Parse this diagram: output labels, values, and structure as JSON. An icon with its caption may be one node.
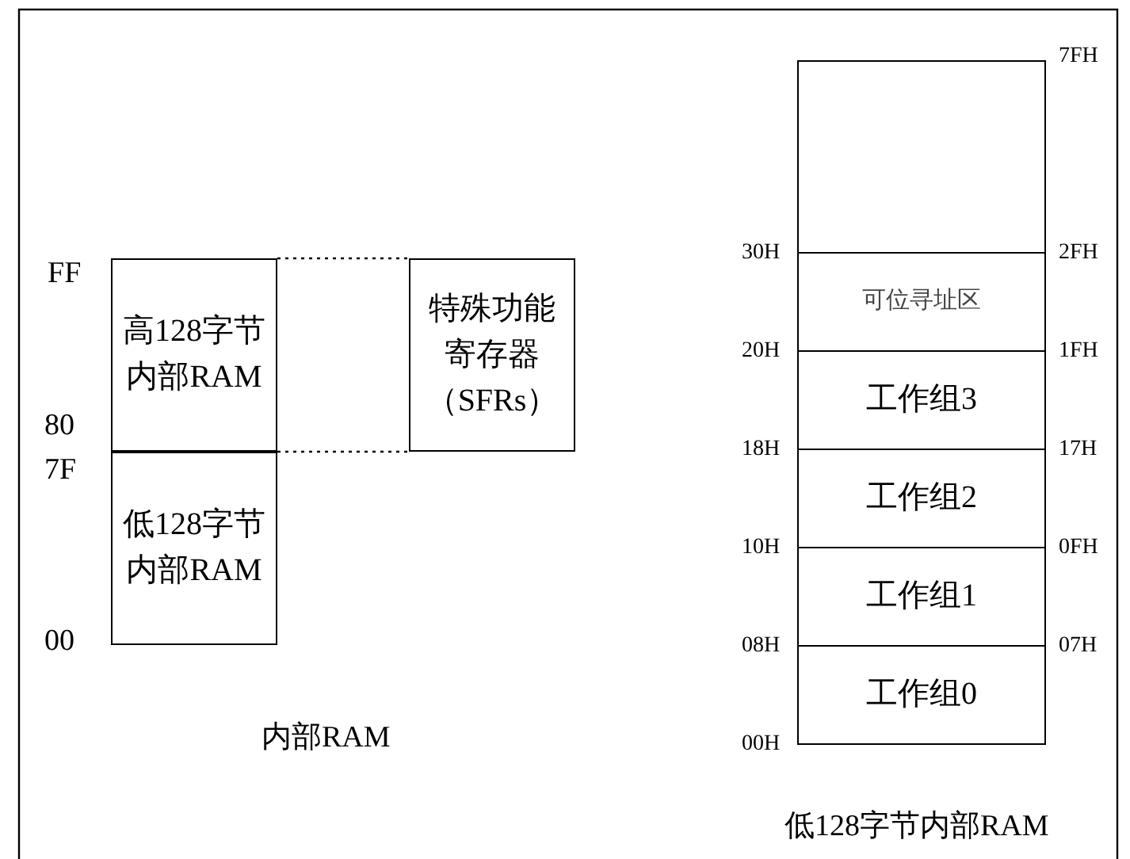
{
  "diagram": {
    "nodes": [
      {
        "text": [
          "高128字节内部RAM"
        ]
      },
      {
        "text": [
          "低128字节内部RAM"
        ]
      },
      {
        "text": [
          "特殊功能寄存器（SFRs）"
        ]
      },
      {
        "text": [],
        "shape": "box"
      },
      {
        "text": [
          "可位寻址区"
        ]
      },
      {
        "text": [
          "工作组3"
        ]
      },
      {
        "text": [
          "工作组2"
        ]
      },
      {
        "text": [
          "工作组1"
        ]
      },
      {
        "text": [
          "工作组0"
        ]
      }
    ],
    "edges": [
      {
        "from": 0,
        "to": 2,
        "arrow": "none",
        "style": "dashed"
      },
      {
        "from": 0,
        "to": 2,
        "arrow": "none",
        "style": "dashed"
      }
    ],
    "labels": [
      "FF",
      "80",
      "7F",
      "00",
      "内部RAM",
      "7FH",
      "30H",
      "2FH",
      "20H",
      "1FH",
      "18H",
      "17H",
      "10H",
      "0FH",
      "08H",
      "07H",
      "00H",
      "低128字节内部RAM"
    ]
  }
}
